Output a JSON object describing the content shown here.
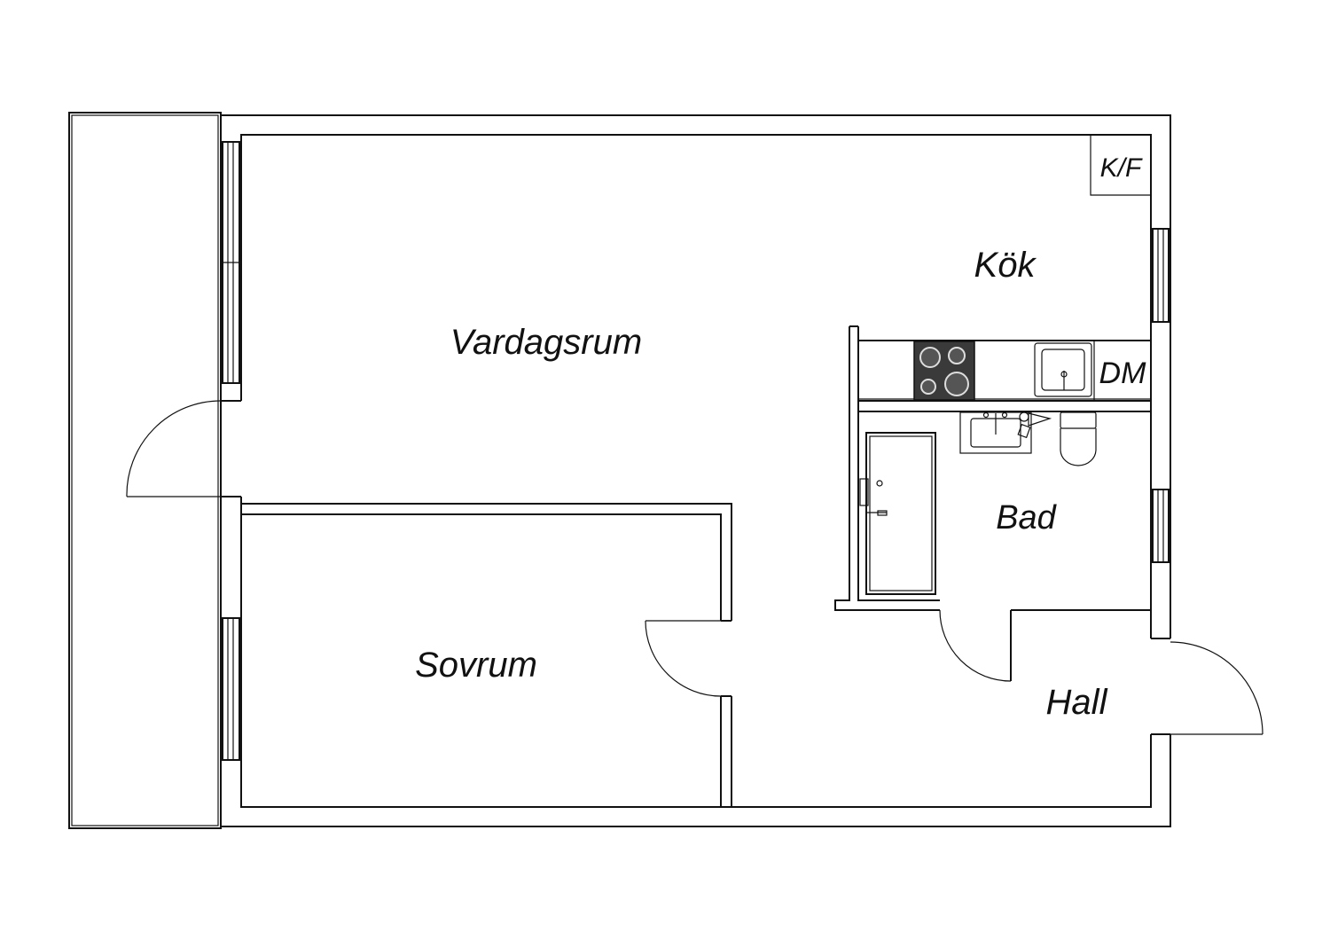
{
  "rooms": {
    "vardagsrum": "Vardagsrum",
    "kok": "Kök",
    "sovrum": "Sovrum",
    "bad": "Bad",
    "hall": "Hall"
  },
  "fixtures": {
    "fridge_freezer": "K/F",
    "dishwasher": "DM"
  },
  "colors": {
    "line": "#111111",
    "background": "#ffffff",
    "stove": "#3a3a3a"
  }
}
